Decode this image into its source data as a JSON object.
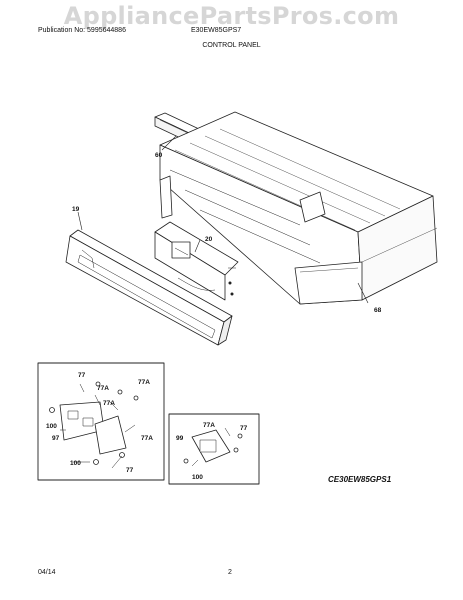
{
  "watermark": "AppliancePartsPros.com",
  "header": {
    "publication": "Publication No: 5995644886",
    "model": "E30EW85GPS7",
    "section_title": "CONTROL PANEL"
  },
  "callouts": {
    "c60": "60",
    "c68": "68",
    "c19": "19",
    "c20": "20",
    "c77_a": "77",
    "c77a_a": "77A",
    "c77a_b": "77A",
    "c77a_c": "77A",
    "c100_a": "100",
    "c97": "97",
    "c100_b": "100",
    "c77_b": "77",
    "c77a_d": "77A",
    "c99": "99",
    "c77_c": "77",
    "c77a_e": "77A",
    "c100_c": "100"
  },
  "drawing_code": "CE30EW85GPS1",
  "footer": {
    "date": "04/14",
    "page": "2"
  }
}
